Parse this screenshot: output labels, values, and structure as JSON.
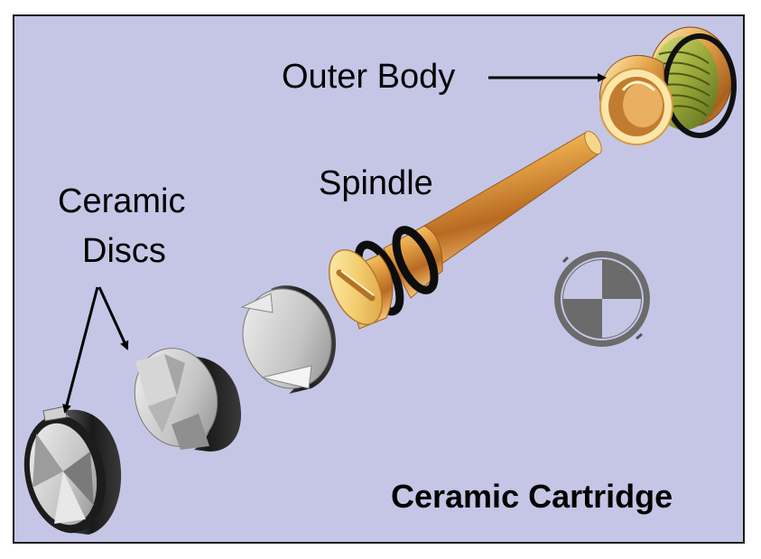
{
  "labels": {
    "outer_body": "Outer Body",
    "spindle": "Spindle",
    "ceramic_discs_line1": "Ceramic",
    "ceramic_discs_line2": "Discs",
    "title": "Ceramic Cartridge"
  },
  "colors": {
    "background": "#c5c6e6",
    "border": "#1a1a1a",
    "brass": "#e0a84a",
    "ceramic": "#bcbcbc",
    "oring": "#111111"
  },
  "icons": {
    "disc_cross_section": "quartered-circle-icon"
  }
}
